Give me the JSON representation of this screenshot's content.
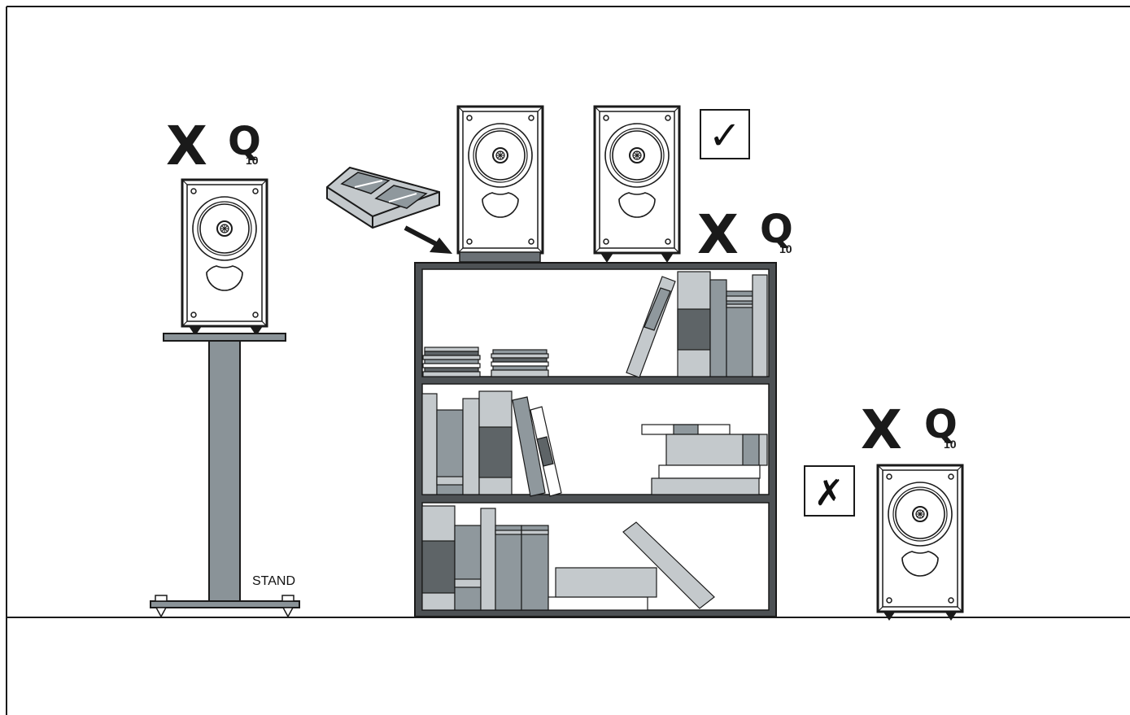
{
  "logos": [
    {
      "letter1": "X",
      "letter2": "Q",
      "number": "10"
    },
    {
      "letter1": "X",
      "letter2": "Q",
      "number": "10"
    },
    {
      "letter1": "X",
      "letter2": "Q",
      "number": "10"
    }
  ],
  "stand_label": "STAND",
  "marks": {
    "check": "✓",
    "cross": "✗"
  },
  "colors": {
    "stroke": "#1a1a1a",
    "stand_gray": "#8a9398",
    "shelf_dark": "#4d5154",
    "book_light": "#c4c9cc",
    "book_mid": "#8f989d",
    "book_dark": "#5e6467",
    "pad_gray": "#6a7075"
  }
}
